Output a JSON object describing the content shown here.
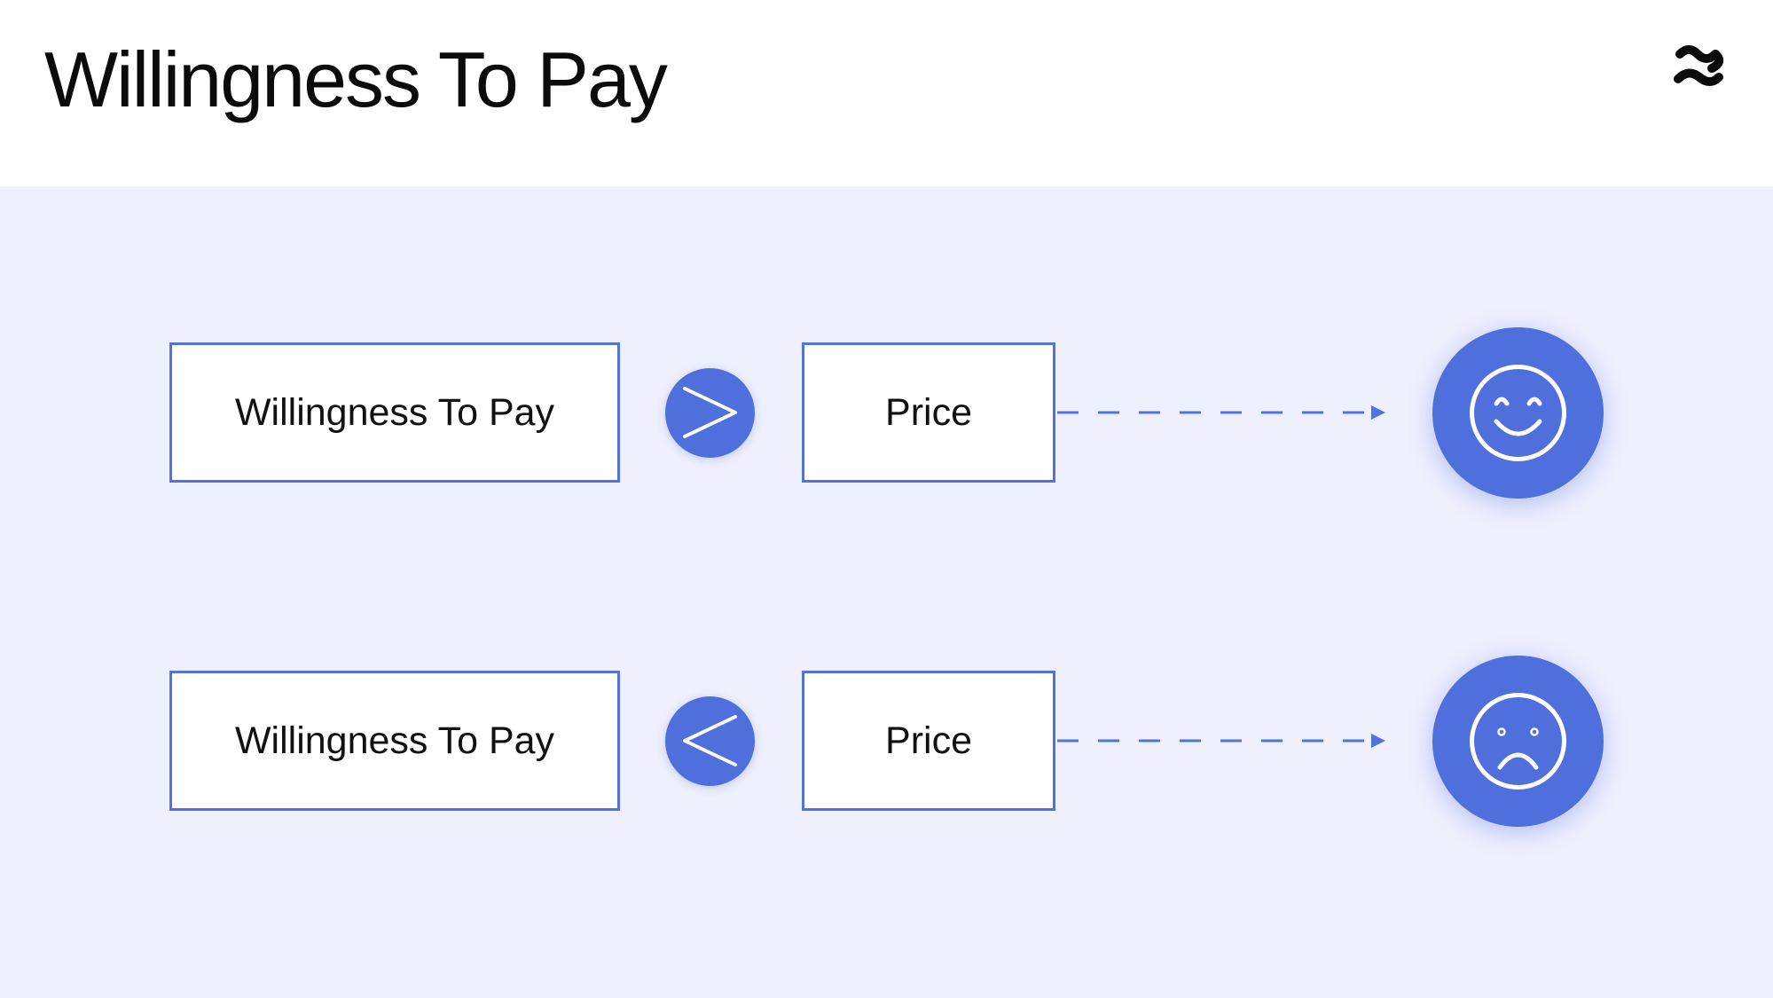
{
  "slide": {
    "title": "Willingness To Pay"
  },
  "colors": {
    "accent": "#4f6fdd",
    "border": "#5472de",
    "panel_background": "#eef0fd",
    "text": "#111111"
  },
  "rows": [
    {
      "left_label": "Willingness To Pay",
      "comparison": "greater-than",
      "right_label": "Price",
      "outcome": "happy"
    },
    {
      "left_label": "Willingness To Pay",
      "comparison": "less-than",
      "right_label": "Price",
      "outcome": "sad"
    }
  ],
  "icons": {
    "logo": "brand-logo-icon",
    "greater_than": "greater-than-icon",
    "less_than": "less-than-icon",
    "happy": "smiley-face-icon",
    "sad": "sad-face-icon",
    "arrow": "dashed-arrow-icon"
  }
}
